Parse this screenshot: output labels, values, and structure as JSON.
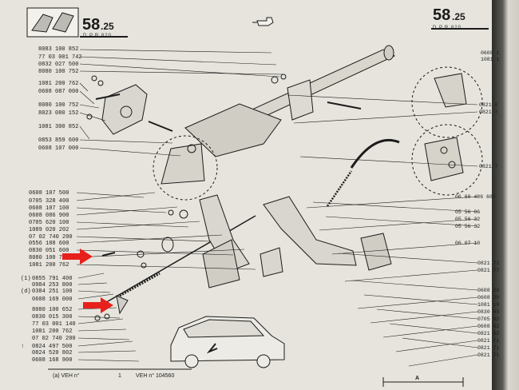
{
  "header": {
    "page_number_left": "58",
    "page_sub_left": ".25",
    "page_note_left": "D      P.R.820",
    "page_number_right": "58",
    "page_sub_right": ".25",
    "page_note_right": "D      P.R.820",
    "hand_icon": "pointing-hand-icon"
  },
  "left_top_parts": [
    "8083 100 852",
    "77 03 001 742",
    "0832 027 500",
    "8080 100 752",
    "1081 200 762",
    "0608 087 000",
    "8080 100 752",
    "8023 080 152",
    "1081 300 852",
    "0853 859 600",
    "0608 107 000"
  ],
  "left_mid_parts": [
    "0608 107 500",
    "0705 328 400",
    "0608 107 100",
    "0608 086 900",
    "0705 620 100",
    "1089 020 202",
    "07 02 740 200",
    "0556 188 600",
    "0830 051 600",
    "8080 100 752",
    "1081 200 762"
  ],
  "left_bottom_parts": [
    {
      "prefix": "(1)",
      "code": "0855 791 400"
    },
    {
      "prefix": "",
      "code": "0984 253 800"
    },
    {
      "prefix": "(d)",
      "code": "0384 251 100"
    },
    {
      "prefix": "",
      "code": "0608 169 000"
    },
    {
      "prefix": "",
      "code": "8080 100 652"
    },
    {
      "prefix": "",
      "code": "0830 015 300"
    },
    {
      "prefix": "",
      "code": "77 03 001 140"
    },
    {
      "prefix": "",
      "code": "1081 200 762"
    },
    {
      "prefix": "",
      "code": "07 02 740 200"
    },
    {
      "prefix": "↑",
      "code": "0824 497 500"
    },
    {
      "prefix": "",
      "code": "0824 520 802"
    },
    {
      "prefix": "",
      "code": "0608 168 900"
    }
  ],
  "right_top_parts": [
    "0608 1",
    "1081 1"
  ],
  "right_upper_parts": [
    "0821 0",
    "0821 7"
  ],
  "right_mid_single": "0821 7",
  "right_cluster_parts": [
    "06 60 486 600",
    "05 56 06",
    "05 56 32",
    "05 56 32",
    "06 07 10"
  ],
  "right_lower_parts": [
    "0821 72",
    "0821 77",
    "0608 20",
    "0608 20",
    "1081 19",
    "0830 03",
    "0705 02",
    "0608 02",
    "0821 02",
    "0821 71",
    "0821 71",
    "0821 71"
  ],
  "footer": {
    "note_left": "(a) VEH n°",
    "note_num": "1",
    "note_right": "VEH n° 104560",
    "dimension_label": "A"
  },
  "arrow_color": "#e8201c",
  "paper_color": "#e6e4dc",
  "ink_color": "#1c1c1c"
}
